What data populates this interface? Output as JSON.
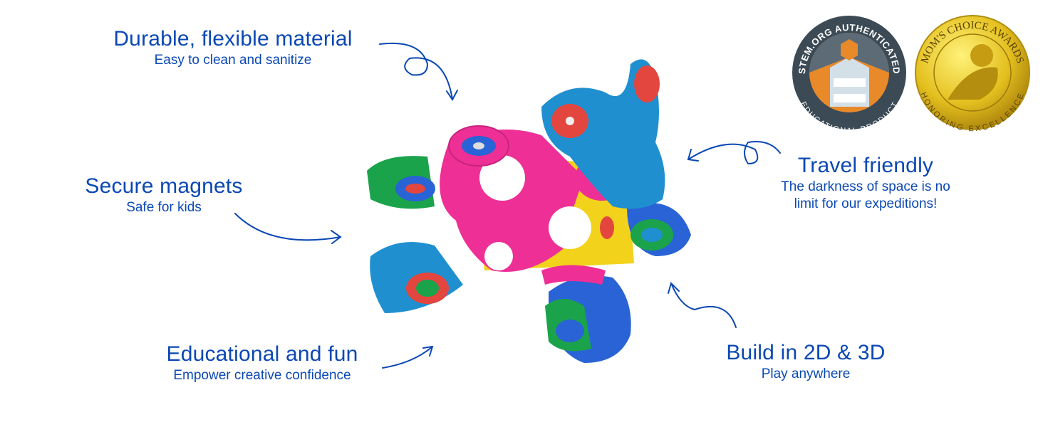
{
  "features": [
    {
      "title": "Durable, flexible material",
      "subtitle": "Easy to clean and sanitize"
    },
    {
      "title": "Secure magnets",
      "subtitle": "Safe for kids"
    },
    {
      "title": "Educational and fun",
      "subtitle": "Empower creative confidence"
    },
    {
      "title": "Travel friendly",
      "subtitle_lines": [
        "The darkness of space is no",
        "limit for our expeditions!"
      ]
    },
    {
      "title": "Build in 2D & 3D",
      "subtitle": "Play anywhere"
    }
  ],
  "badges": {
    "stem": {
      "top_text": "STEM.ORG AUTHENTICATED",
      "bottom_text": "EDUCATIONAL PRODUCT"
    },
    "moms_choice": {
      "top_text": "MOM'S CHOICE AWARDS",
      "bottom_text": "HONORING EXCELLENCE"
    }
  },
  "colors": {
    "text": "#0b48b4",
    "pink": "#ee2f95",
    "blue": "#1f8fd0",
    "green": "#1aa34a",
    "yellow": "#f3d21c",
    "red": "#e2463e",
    "royal": "#2a63d6",
    "gold": "#d9b21c",
    "stem_dark": "#3b4a55",
    "stem_orange": "#e8892a"
  }
}
